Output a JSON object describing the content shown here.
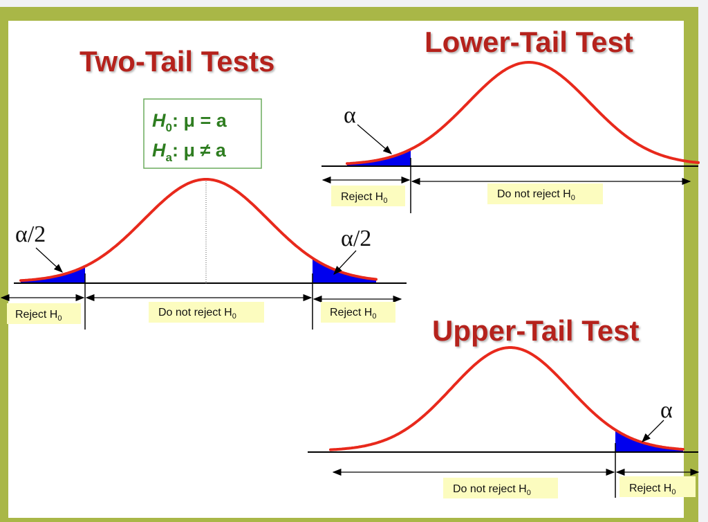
{
  "titles": {
    "two_tail": "Two-Tail Tests",
    "lower_tail": "Lower-Tail Test",
    "upper_tail": "Upper-Tail Test"
  },
  "hypotheses": {
    "h0_sym": "H",
    "h0_sub": "0",
    "h0_rest": ": μ = a",
    "ha_sym": "H",
    "ha_sub": "a",
    "ha_rest": ": μ ≠ a"
  },
  "greek": {
    "alpha_half": "α/2",
    "alpha": "α"
  },
  "labels": {
    "reject": "Reject H",
    "do_not_reject": "Do not reject H",
    "sub": "0"
  },
  "colors": {
    "curve": "#e8291c",
    "tail": "#0000ee",
    "title": "#b5221c",
    "hypothesis": "#2e7d20",
    "label_bg": "#fcfcbf",
    "frame": "#a9b747"
  }
}
